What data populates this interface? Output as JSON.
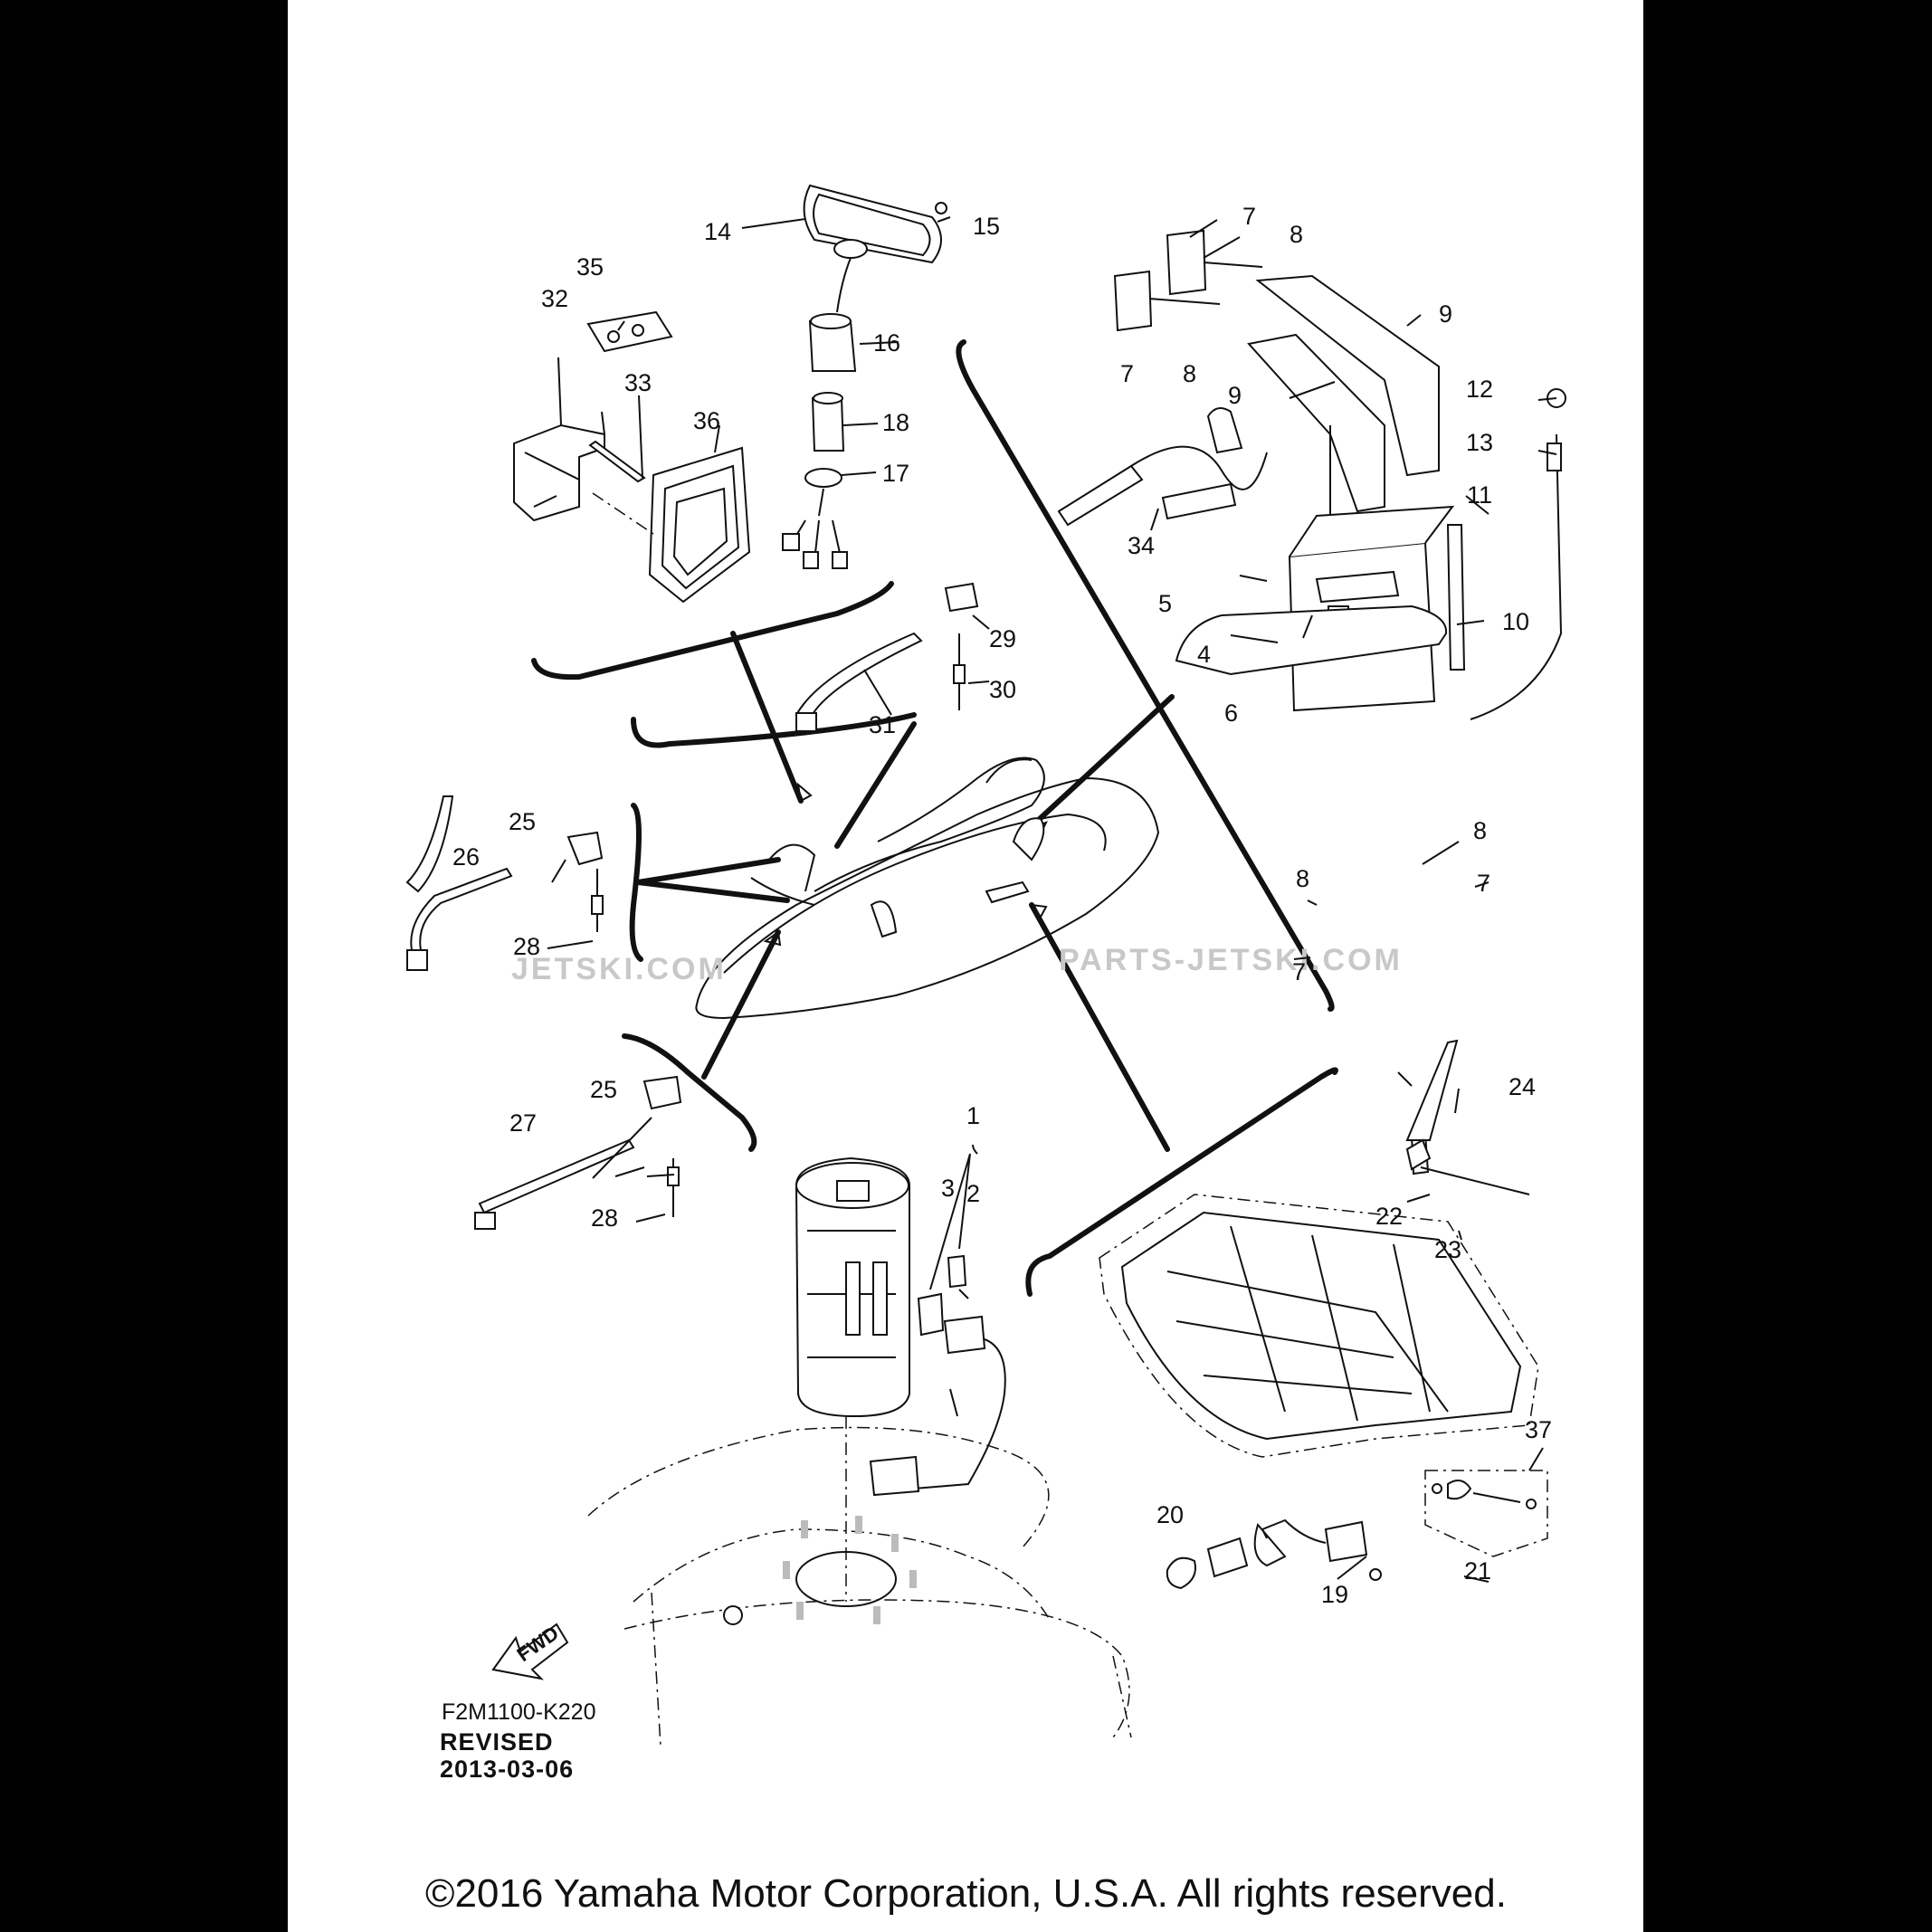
{
  "diagram": {
    "callouts": [
      {
        "id": "1",
        "text": "1"
      },
      {
        "id": "2",
        "text": "2"
      },
      {
        "id": "3",
        "text": "3"
      },
      {
        "id": "4",
        "text": "4"
      },
      {
        "id": "5",
        "text": "5"
      },
      {
        "id": "6",
        "text": "6"
      },
      {
        "id": "7a",
        "text": "7"
      },
      {
        "id": "7b",
        "text": "7"
      },
      {
        "id": "7c",
        "text": "7"
      },
      {
        "id": "7d",
        "text": "7"
      },
      {
        "id": "8a",
        "text": "8"
      },
      {
        "id": "8b",
        "text": "8"
      },
      {
        "id": "8c",
        "text": "8"
      },
      {
        "id": "8d",
        "text": "8"
      },
      {
        "id": "9a",
        "text": "9"
      },
      {
        "id": "9b",
        "text": "9"
      },
      {
        "id": "10",
        "text": "10"
      },
      {
        "id": "11",
        "text": "11"
      },
      {
        "id": "12",
        "text": "12"
      },
      {
        "id": "13",
        "text": "13"
      },
      {
        "id": "14",
        "text": "14"
      },
      {
        "id": "15",
        "text": "15"
      },
      {
        "id": "16",
        "text": "16"
      },
      {
        "id": "17",
        "text": "17"
      },
      {
        "id": "18",
        "text": "18"
      },
      {
        "id": "19",
        "text": "19"
      },
      {
        "id": "20",
        "text": "20"
      },
      {
        "id": "21",
        "text": "21"
      },
      {
        "id": "22",
        "text": "22"
      },
      {
        "id": "23",
        "text": "23"
      },
      {
        "id": "24",
        "text": "24"
      },
      {
        "id": "25a",
        "text": "25"
      },
      {
        "id": "25b",
        "text": "25"
      },
      {
        "id": "26",
        "text": "26"
      },
      {
        "id": "27",
        "text": "27"
      },
      {
        "id": "28a",
        "text": "28"
      },
      {
        "id": "28b",
        "text": "28"
      },
      {
        "id": "29",
        "text": "29"
      },
      {
        "id": "30",
        "text": "30"
      },
      {
        "id": "31",
        "text": "31"
      },
      {
        "id": "32",
        "text": "32"
      },
      {
        "id": "33",
        "text": "33"
      },
      {
        "id": "34",
        "text": "34"
      },
      {
        "id": "35",
        "text": "35"
      },
      {
        "id": "36",
        "text": "36"
      },
      {
        "id": "37",
        "text": "37"
      }
    ],
    "fwd_label": "FWD",
    "diagram_code": "F2M1100-K220",
    "revised_label": "REVISED",
    "revised_date": "2013-03-06",
    "watermark": "JETSKI.COM",
    "watermark_2": "PARTS-JETSKI.COM",
    "copyright": "©2016 Yamaha Motor Corporation, U.S.A. All rights reserved."
  }
}
